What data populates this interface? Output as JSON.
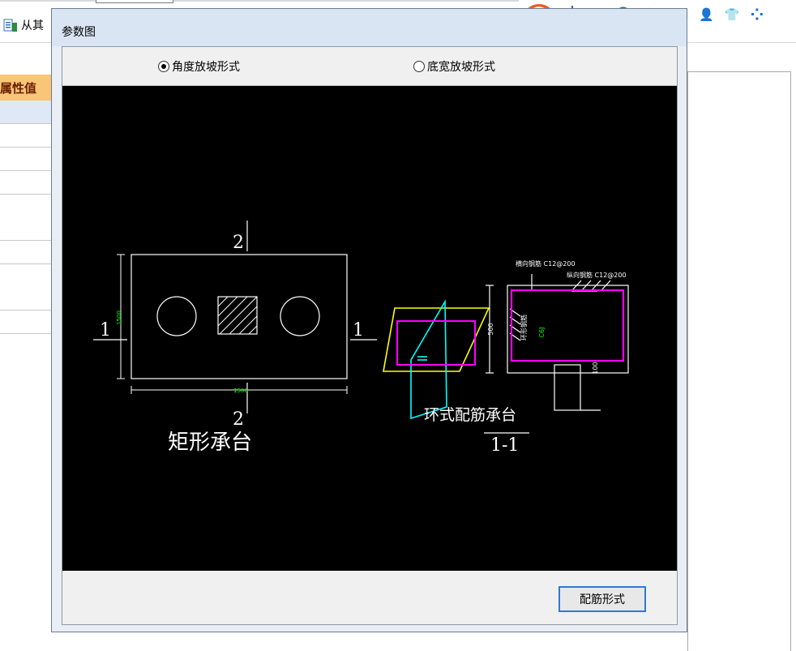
{
  "background": {
    "import_label": "从其",
    "property_header": "属性值",
    "row_marker": "•"
  },
  "ime": {
    "mode_label": "中",
    "punct_label": "•,",
    "emoji_label": "☻",
    "voice_label": "🎙",
    "keyboard_label": "⌨",
    "user_label": "👤",
    "skin_label": "👕",
    "apps_label": "⁘"
  },
  "dialog": {
    "title": "参数图",
    "radio_options": [
      {
        "label": "角度放坡形式",
        "selected": true
      },
      {
        "label": "底宽放坡形式",
        "selected": false
      }
    ],
    "rebar_button": "配筋形式"
  },
  "drawing": {
    "left_top_mark": "2",
    "left_bottom_mark": "2",
    "left_left_mark": "1",
    "left_right_mark": "1",
    "left_caption": "矩形承台",
    "dim_height": "1500",
    "dim_width": "1500",
    "section_caption": "环式配筋承台",
    "section_mark": "1-1",
    "label_transverse": "横向钢筋 C12@200",
    "label_longitudinal": "纵向钢筋 C12@200",
    "label_ring": "环形钢筋",
    "label_vertical": "C6J",
    "dim_500": "500",
    "dim_100": "100"
  },
  "colors": {
    "canvas": "#000000",
    "line_white": "#ffffff",
    "dim_green": "#00ff00",
    "section_magenta": "#ff00ff",
    "plane_yellow": "#ffff00",
    "plane_cyan": "#00ffff",
    "button_border": "#2b7bd3"
  }
}
